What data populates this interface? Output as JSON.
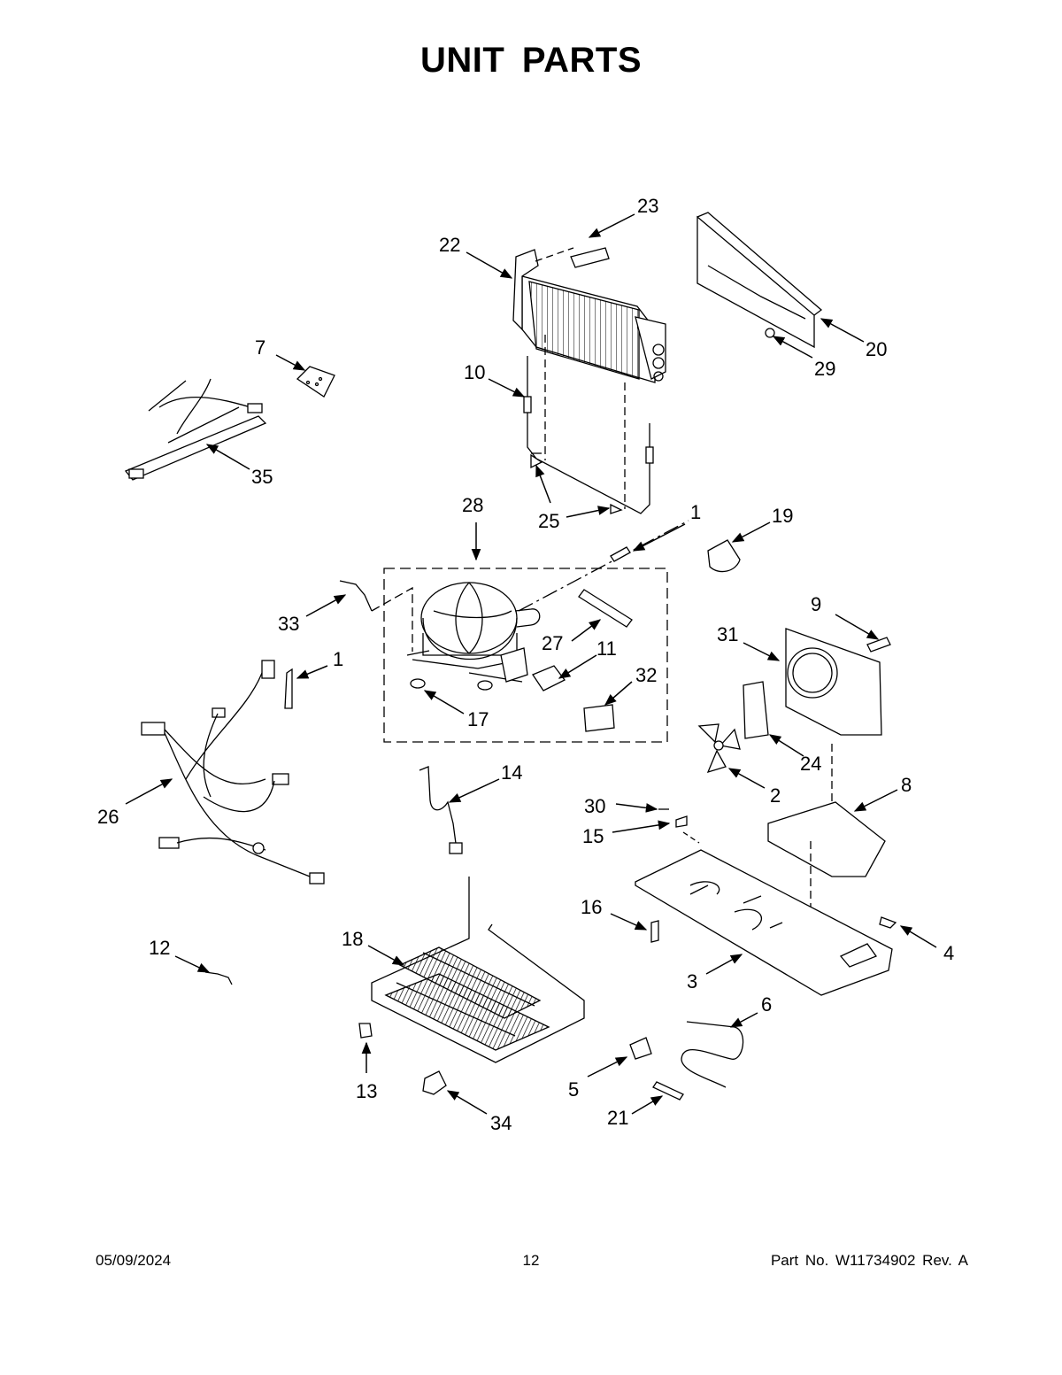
{
  "page": {
    "title": "UNIT  PARTS",
    "date": "05/09/2024",
    "page_number": "12",
    "part_number": "Part No.  W11734902  Rev.  A"
  },
  "callouts": {
    "c1a": "1",
    "c1b": "1",
    "c2": "2",
    "c3": "3",
    "c4": "4",
    "c5": "5",
    "c6": "6",
    "c7": "7",
    "c8": "8",
    "c9": "9",
    "c10": "10",
    "c11": "11",
    "c12": "12",
    "c13": "13",
    "c14": "14",
    "c15": "15",
    "c16": "16",
    "c17": "17",
    "c18": "18",
    "c19": "19",
    "c20": "20",
    "c21": "21",
    "c22": "22",
    "c23": "23",
    "c24": "24",
    "c25": "25",
    "c26": "26",
    "c27": "27",
    "c28": "28",
    "c29": "29",
    "c30": "30",
    "c31": "31",
    "c32": "32",
    "c33": "33",
    "c34": "34",
    "c35": "35"
  }
}
